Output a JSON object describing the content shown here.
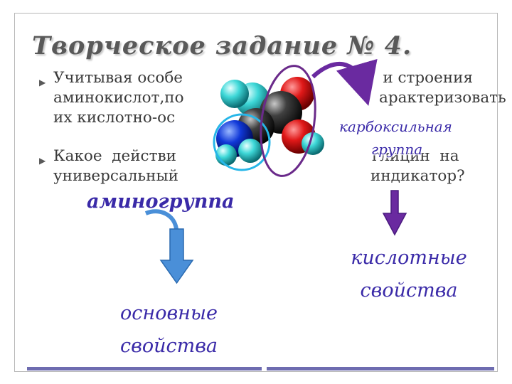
{
  "slide": {
    "title": "Творческое задание № 4.",
    "bullets": [
      {
        "lines": [
          "Учитывая особе",
          "а   и строения",
          "аминокислот,по",
          "арактеризовать",
          "их кислотно-ос"
        ]
      },
      {
        "lines": [
          "Какое  действи",
          "глицин  на",
          "универсальный",
          "индикатор?"
        ]
      }
    ],
    "labels": {
      "amino_group": "аминогруппа",
      "carboxyl_group_line1": "карбоксильная",
      "carboxyl_group_line2": "группа"
    },
    "results": {
      "basic_line1": "основные",
      "basic_line2": "свойства",
      "acidic_line1": "кислотные",
      "acidic_line2": "свойства"
    },
    "icons": {
      "bullet": "triangle-right-icon",
      "arrow": "curved-arrow-icon",
      "down_arrow": "down-arrow-icon"
    },
    "colors": {
      "title": "#595959",
      "label": "#3a2aa8",
      "amino_circle": "#26b6e8",
      "carboxyl_ellipse": "#6a2a8a",
      "blue_arrow": "#4a8fd8",
      "purple_arrow": "#6a2aa0",
      "bottom_bar": "#6e6cb0"
    }
  }
}
